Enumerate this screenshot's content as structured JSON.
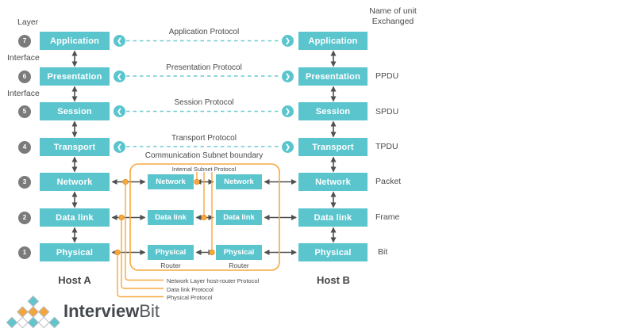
{
  "meta": {
    "layer_heading": "Layer",
    "interface_label": "Interface",
    "unit_heading_line1": "Name of unit",
    "unit_heading_line2": "Exchanged",
    "host_a_label": "Host A",
    "host_b_label": "Host B"
  },
  "layers": [
    {
      "num": "7",
      "name": "Application",
      "protocol": "Application Protocol",
      "unit": ""
    },
    {
      "num": "6",
      "name": "Presentation",
      "protocol": "Presentation Protocol",
      "unit": "PPDU"
    },
    {
      "num": "5",
      "name": "Session",
      "protocol": "Session Protocol",
      "unit": "SPDU"
    },
    {
      "num": "4",
      "name": "Transport",
      "protocol": "Transport Protocol",
      "unit": "TPDU"
    },
    {
      "num": "3",
      "name": "Network",
      "protocol": "",
      "unit": "Packet"
    },
    {
      "num": "2",
      "name": "Data link",
      "protocol": "",
      "unit": "Frame"
    },
    {
      "num": "1",
      "name": "Physical",
      "protocol": "",
      "unit": "Bit"
    }
  ],
  "subnet": {
    "boundary_label": "Communication Subnet boundary",
    "internal_protocol_label": "Internal Subnet Protocol",
    "router_label": "Router",
    "router_layers": [
      "Network",
      "Data link",
      "Physical"
    ]
  },
  "legend": {
    "items": [
      "Network Layer host-router Protocol",
      "Data link Protocol",
      "Physical Protocol"
    ]
  },
  "logo": {
    "brand_bold": "Interview",
    "brand_light": "Bit"
  },
  "colors": {
    "teal": "#5bc5ce",
    "teal_dash": "#6fcad3",
    "orange": "#f6a83e",
    "arrow_gray": "#4f4f4f",
    "circle_gray": "#7b7b7b",
    "text_gray": "#4a4a4a"
  }
}
